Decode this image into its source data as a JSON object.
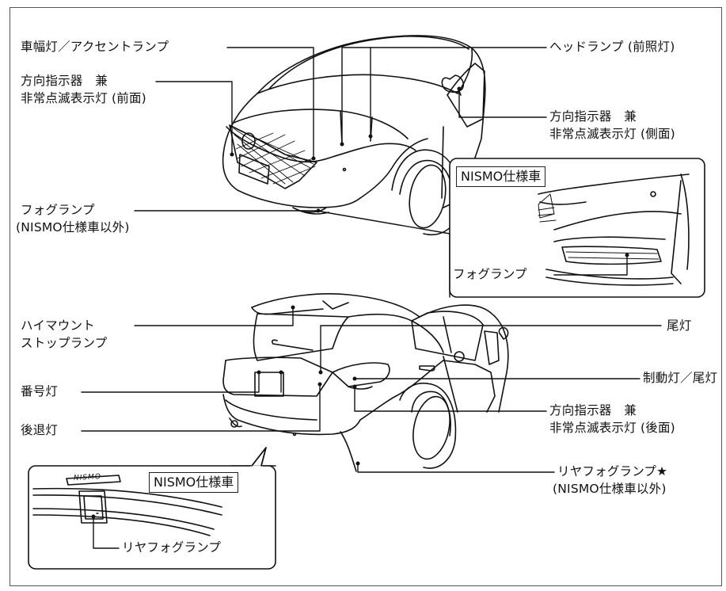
{
  "labels": {
    "side_marker": "車幅灯／アクセントランプ",
    "front_turn_line1": "方向指示器　兼",
    "front_turn_line2": "非常点滅表示灯 (前面)",
    "headlamp": "ヘッドランプ (前照灯)",
    "side_turn_line1": "方向指示器　兼",
    "side_turn_line2": "非常点滅表示灯 (側面)",
    "fog_line1": "フォグランプ",
    "fog_line2": "(NISMO仕様車以外)",
    "nismo_front_tag": "NISMO仕様車",
    "nismo_front_fog": "フォグランプ",
    "high_mount_line1": "ハイマウント",
    "high_mount_line2": "ストップランプ",
    "tail": "尾灯",
    "stop_tail": "制動灯／尾灯",
    "license": "番号灯",
    "rear_turn_line1": "方向指示器　兼",
    "rear_turn_line2": "非常点滅表示灯 (後面)",
    "reverse": "後退灯",
    "rear_fog_line1": "リヤフォグランプ★",
    "rear_fog_line2": "(NISMO仕様車以外)",
    "nismo_rear_tag": "NISMO仕様車",
    "nismo_rear_fog": "リヤフォグランプ",
    "emblem": "NISMO"
  },
  "colors": {
    "line": "#111111",
    "frame": "#555555",
    "background": "#ffffff"
  }
}
